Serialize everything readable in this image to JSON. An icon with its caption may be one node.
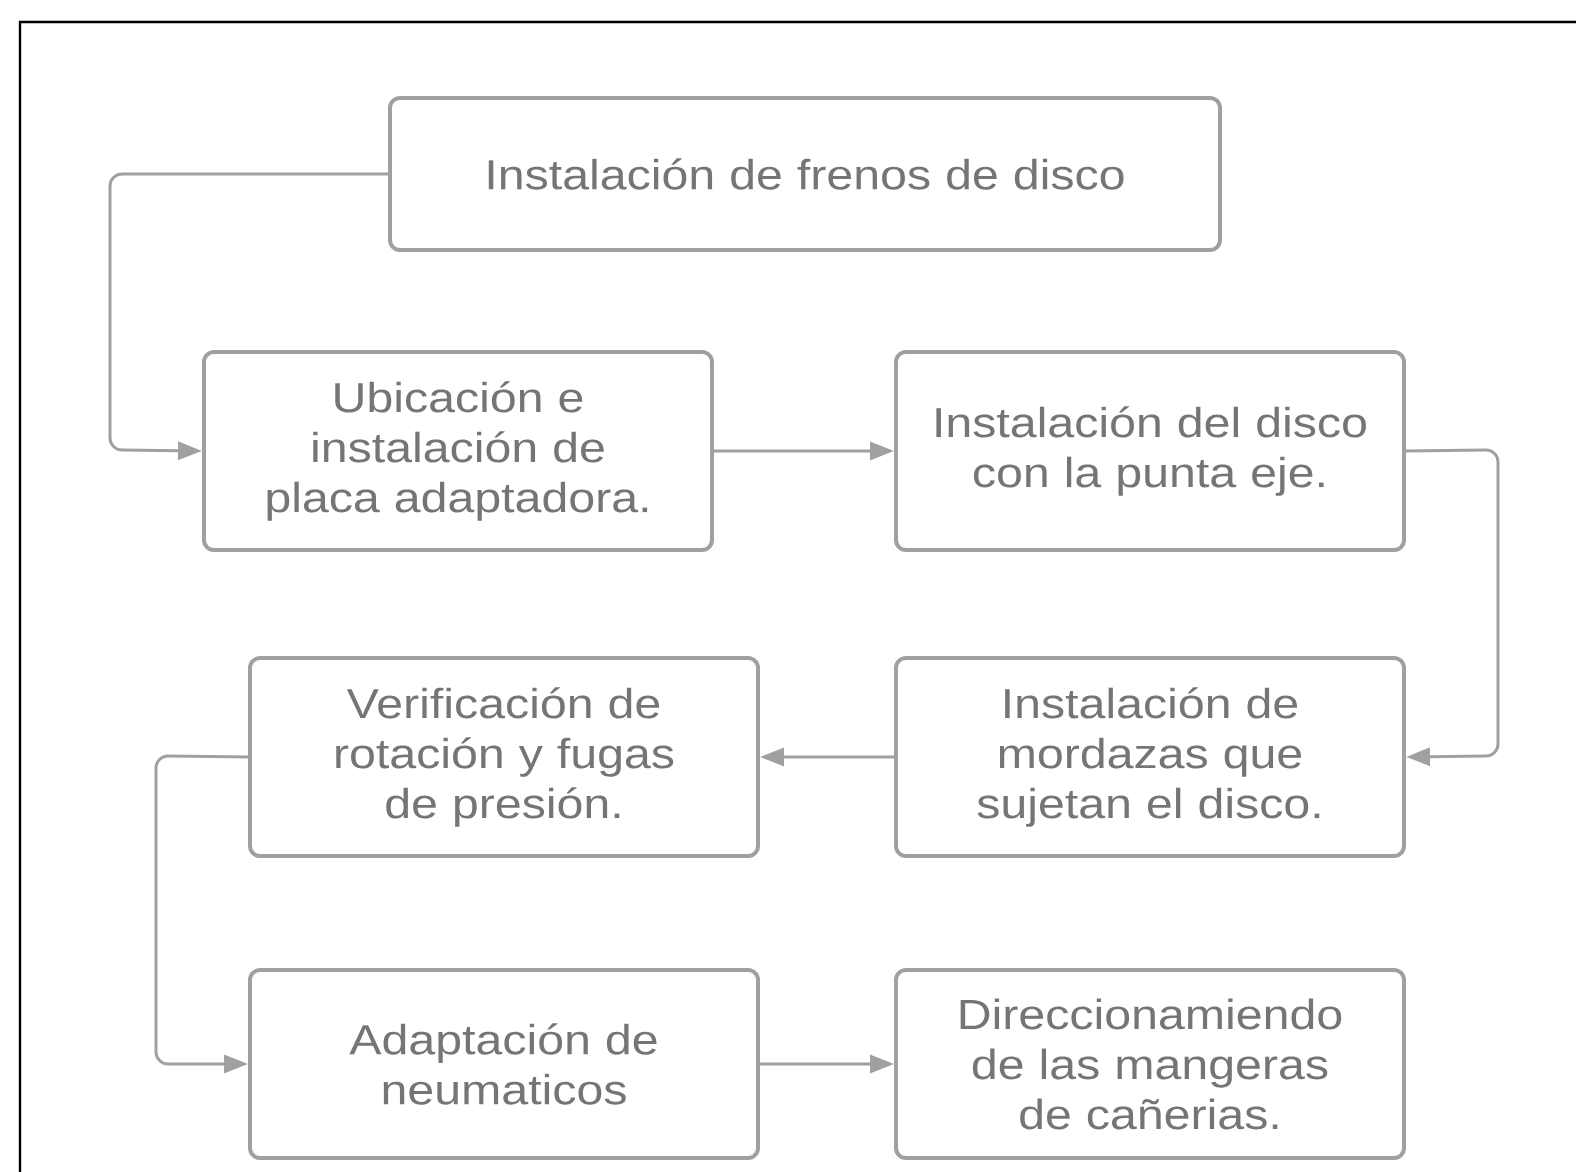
{
  "diagram": {
    "nodes": [
      {
        "text": [
          "Instalación de frenos de disco"
        ]
      },
      {
        "text": [
          "Ubicación e instalación de placa adaptadora."
        ]
      },
      {
        "text": [
          "Instalación del disco con la punta eje."
        ]
      },
      {
        "text": [
          "Instalación de mordazas que sujetan el disco."
        ]
      },
      {
        "text": [
          "Verificación de rotación y fugas de presión."
        ]
      },
      {
        "text": [
          "Adaptación de neumaticos"
        ]
      },
      {
        "text": [
          "Direccionamiendo de las mangeras de cañerias."
        ]
      }
    ],
    "edges": [
      {
        "from": 0,
        "to": 1,
        "arrow": "to"
      },
      {
        "from": 1,
        "to": 2,
        "arrow": "to"
      },
      {
        "from": 2,
        "to": 3,
        "arrow": "to"
      },
      {
        "from": 3,
        "to": 4,
        "arrow": "to"
      },
      {
        "from": 4,
        "to": 5,
        "arrow": "to"
      },
      {
        "from": 5,
        "to": 6,
        "arrow": "to"
      }
    ]
  }
}
